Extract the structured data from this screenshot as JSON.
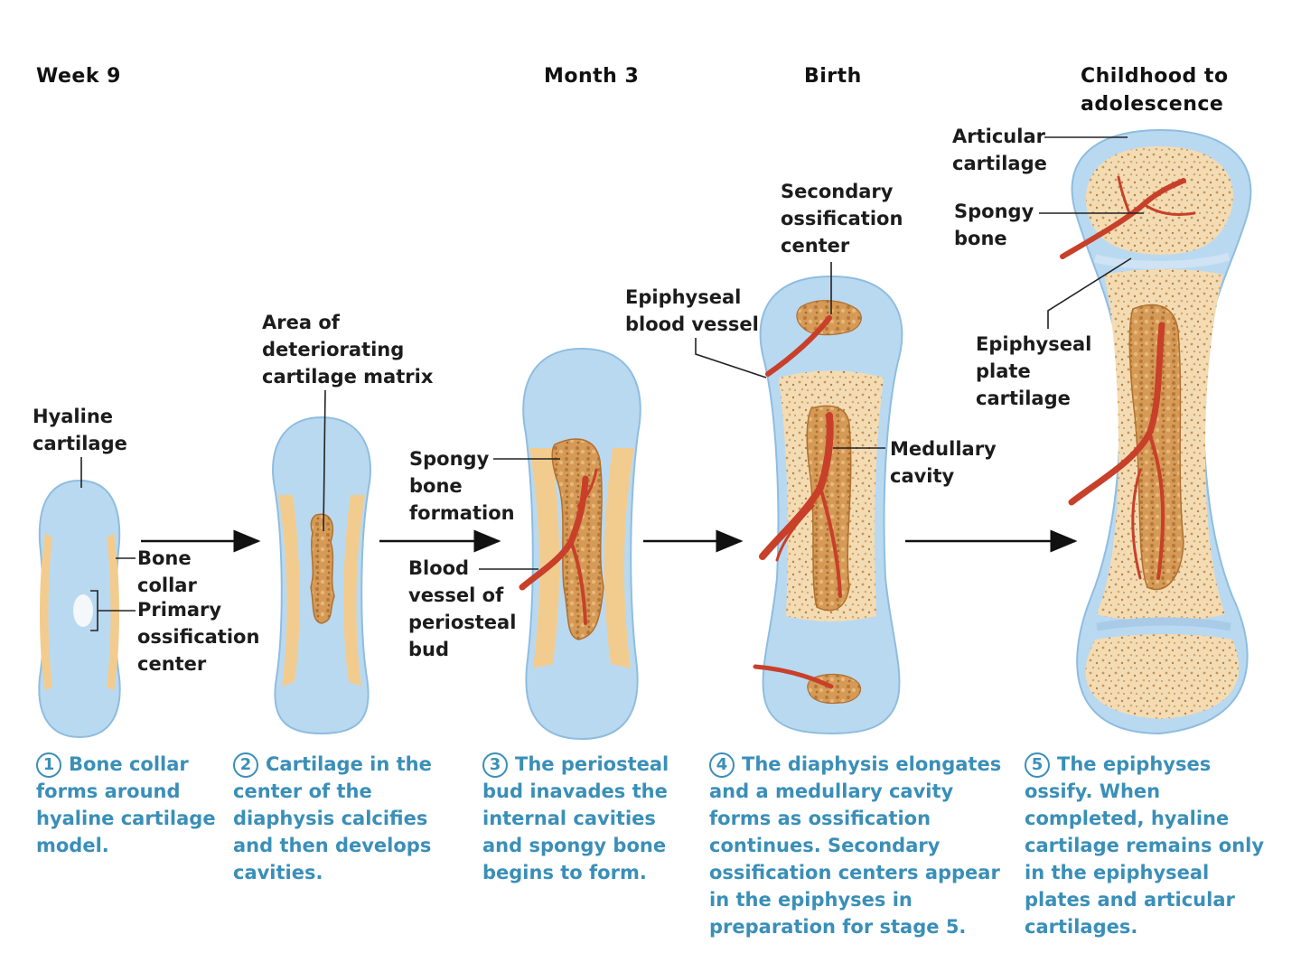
{
  "stages": [
    {
      "id": "week9",
      "title": [
        "Week 9"
      ]
    },
    {
      "id": "month3",
      "title": [
        "Month 3"
      ]
    },
    {
      "id": "birth",
      "title": [
        "Birth"
      ]
    },
    {
      "id": "childhood",
      "title": [
        "Childhood to",
        "adolescence"
      ]
    }
  ],
  "labels": {
    "hyaline_cartilage": [
      "Hyaline",
      "cartilage"
    ],
    "bone_collar": [
      "Bone",
      "collar"
    ],
    "primary_ossification_center": [
      "Primary",
      "ossification",
      "center"
    ],
    "deteriorating_cartilage": [
      "Area of",
      "deteriorating",
      "cartilage matrix"
    ],
    "spongy_bone_formation": [
      "Spongy",
      "bone",
      "formation"
    ],
    "periosteal_bud_vessel": [
      "Blood",
      "vessel of",
      "periosteal",
      "bud"
    ],
    "epiphyseal_blood_vessel": [
      "Epiphyseal",
      "blood vessel"
    ],
    "secondary_ossification_center": [
      "Secondary",
      "ossification",
      "center"
    ],
    "medullary_cavity": [
      "Medullary",
      "cavity"
    ],
    "articular_cartilage": [
      "Articular",
      "cartilage"
    ],
    "spongy_bone": [
      "Spongy",
      "bone"
    ],
    "epiphyseal_plate_cartilage": [
      "Epiphyseal",
      "plate",
      "cartilage"
    ]
  },
  "captions": [
    {
      "num": "1",
      "lines": [
        "Bone collar",
        "forms around",
        "hyaline cartilage",
        "model."
      ]
    },
    {
      "num": "2",
      "lines": [
        "Cartilage in the",
        "center of the",
        "diaphysis calcifies",
        "and then develops",
        "cavities."
      ]
    },
    {
      "num": "3",
      "lines": [
        "The periosteal",
        "bud inavades the",
        "internal cavities",
        "and spongy bone",
        "begins to form."
      ]
    },
    {
      "num": "4",
      "lines": [
        "The diaphysis elongates",
        "and a medullary cavity",
        "forms as ossification",
        "continues. Secondary",
        "ossification centers appear",
        "in the epiphyses in",
        "preparation for stage 5."
      ]
    },
    {
      "num": "5",
      "lines": [
        "The epiphyses",
        "ossify. When",
        "completed, hyaline",
        "cartilage remains only",
        "in the epiphyseal",
        "plates and articular",
        "cartilages."
      ]
    }
  ],
  "colors": {
    "cartilage": "#b9d9f1",
    "cartilage_edge": "#8fbde0",
    "bone_collar": "#f2cc8f",
    "spongy_bone": "#d9a060",
    "blood_vessel": "#c8402a",
    "caption_text": "#3a8fb8",
    "label_text": "#1c1c1c"
  }
}
